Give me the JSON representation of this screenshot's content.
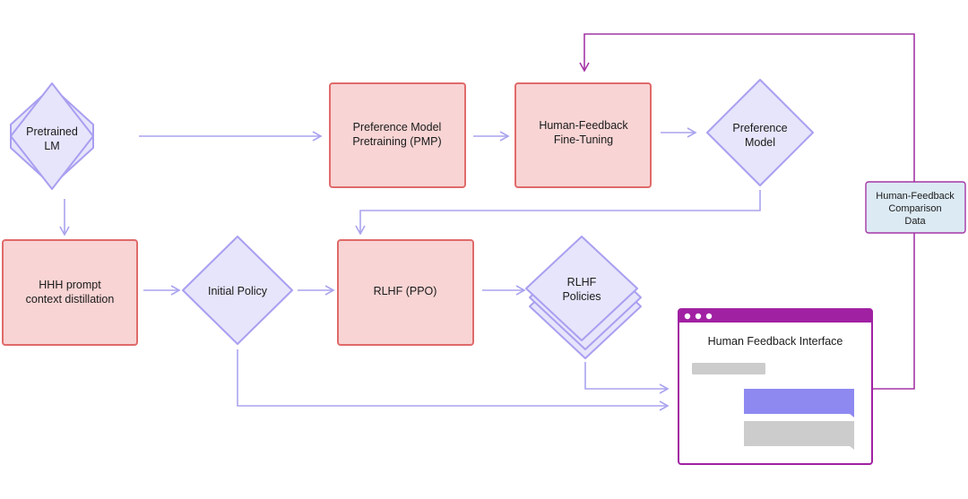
{
  "colors": {
    "diamond_fill": "#e6e5fb",
    "diamond_stroke": "#a99ff0",
    "box_fill": "#f8d4d4",
    "box_stroke": "#e06a6a",
    "arrow": "#aaa4ee",
    "feedback_line": "#a436a6",
    "label_box_fill": "#dceaf3",
    "label_box_stroke": "#a436a6",
    "window_bar": "#a121a3",
    "bubble_gray": "#cccccc",
    "bubble_purple": "#8e89f1"
  },
  "nodes": {
    "pretrained_lm": [
      "Pretrained",
      "LM"
    ],
    "pmp": [
      "Preference Model",
      "Pretraining (PMP)"
    ],
    "hf_finetuning": [
      "Human-Feedback",
      "Fine-Tuning"
    ],
    "preference_model": [
      "Preference",
      "Model"
    ],
    "hhh_distillation": [
      "HHH prompt",
      "context distillation"
    ],
    "initial_policy": [
      "Initial Policy"
    ],
    "rlhf_ppo": [
      "RLHF (PPO)"
    ],
    "rlhf_policies": [
      "RLHF",
      "Policies"
    ],
    "comparison_data": [
      "Human-Feedback",
      "Comparison",
      "Data"
    ]
  },
  "interface": {
    "title": "Human Feedback Interface"
  }
}
